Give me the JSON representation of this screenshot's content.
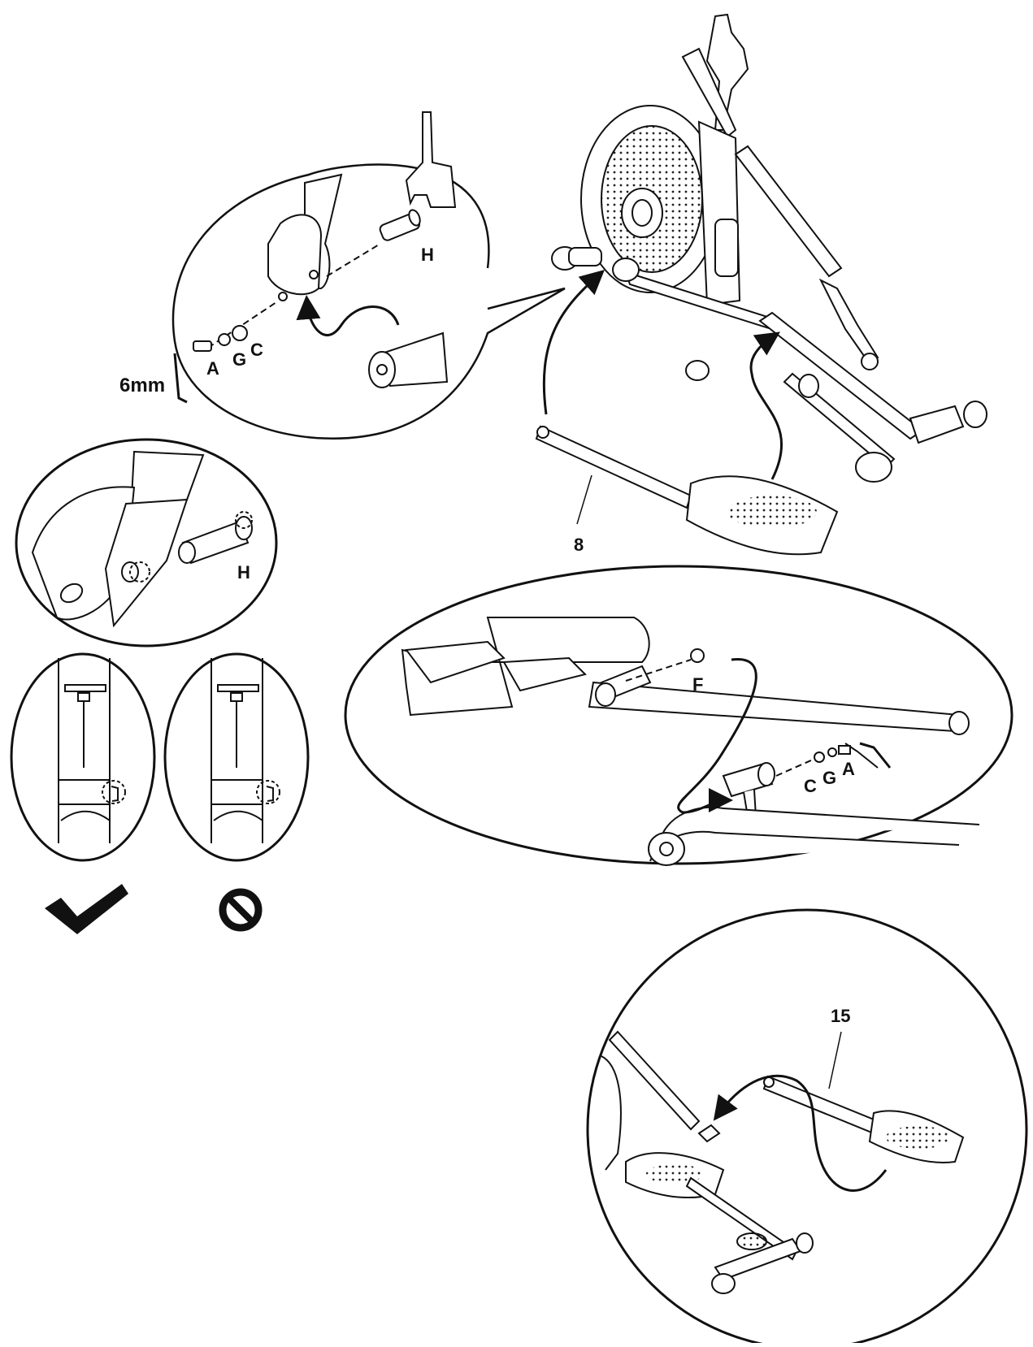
{
  "figure": {
    "labels": {
      "tool_size": "6mm",
      "bolt": "A",
      "lock_washer": "G",
      "curved_washer": "C",
      "axle": "H",
      "axle_detail": "H",
      "pedal_arm_left": "8",
      "washer_f": "F",
      "bottom_c": "C",
      "bottom_g": "G",
      "bottom_a": "A",
      "pedal_arm_right": "15"
    },
    "indicators": {
      "correct": "checkmark-icon",
      "incorrect": "prohibited-icon"
    }
  }
}
